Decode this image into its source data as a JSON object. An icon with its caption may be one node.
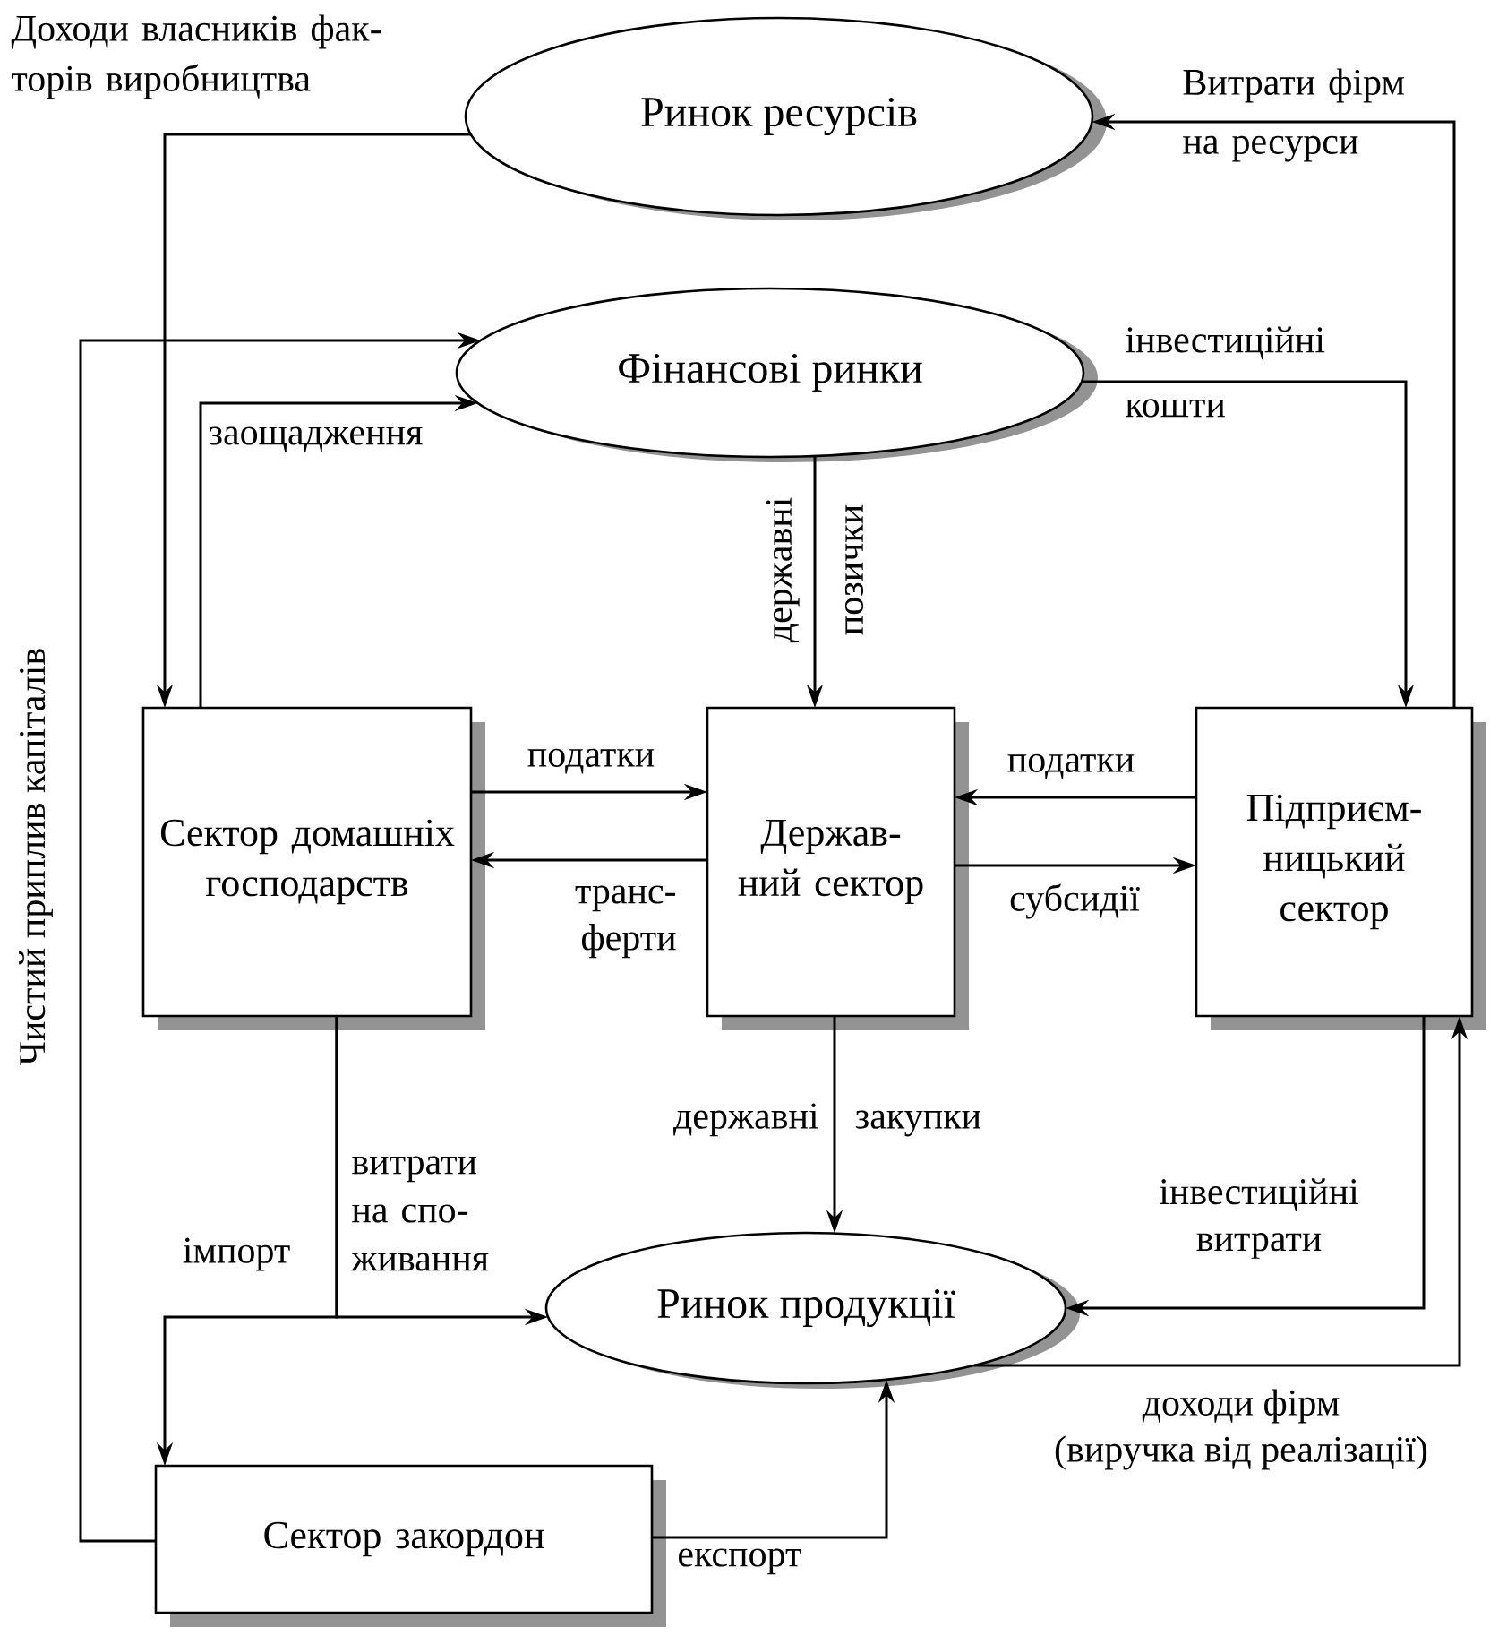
{
  "diagram": {
    "nodes": [
      {
        "text": [
          "Ринок ресурсів"
        ]
      },
      {
        "text": [
          "Фінансові ринки"
        ]
      },
      {
        "text": [
          "Сектор домашніх господарств"
        ]
      },
      {
        "text": [
          "Держав- ний сектор"
        ]
      },
      {
        "text": [
          "Підприєм- ницький сектор"
        ]
      },
      {
        "text": [
          "Ринок продукції"
        ]
      },
      {
        "text": [
          "Сектор закордон"
        ]
      }
    ],
    "edges": [
      {
        "from": 0,
        "to": 2,
        "arrow": "to",
        "label": "Доходи власників фак- торів виробництва"
      },
      {
        "from": 4,
        "to": 0,
        "arrow": "to",
        "label": "Витрати фірм на ресурси"
      },
      {
        "from": 2,
        "to": 1,
        "arrow": "to",
        "label": "заощадження"
      },
      {
        "from": 6,
        "to": 1,
        "arrow": "to",
        "label": "Чистий приплив капіталів"
      },
      {
        "from": 1,
        "to": 3,
        "arrow": "to",
        "label": "державні позички"
      },
      {
        "from": 1,
        "to": 4,
        "arrow": "to",
        "label": "інвестиційні кошти"
      },
      {
        "from": 2,
        "to": 3,
        "arrow": "to",
        "label": "податки"
      },
      {
        "from": 3,
        "to": 2,
        "arrow": "to",
        "label": "транс- ферти"
      },
      {
        "from": 4,
        "to": 3,
        "arrow": "to",
        "label": "податки"
      },
      {
        "from": 3,
        "to": 4,
        "arrow": "to",
        "label": "субсидії"
      },
      {
        "from": 3,
        "to": 5,
        "arrow": "to",
        "label": "державні закупки"
      },
      {
        "from": 2,
        "to": 5,
        "arrow": "to",
        "label": "витрати на спо- живання"
      },
      {
        "from": 2,
        "to": 6,
        "arrow": "to",
        "label": "імпорт"
      },
      {
        "from": 4,
        "to": 5,
        "arrow": "to",
        "label": "інвестиційні витрати"
      },
      {
        "from": 5,
        "to": 4,
        "arrow": "to",
        "label": "доходи фірм (виручка від реалізації)"
      },
      {
        "from": 6,
        "to": 5,
        "arrow": "to",
        "label": "експорт"
      }
    ]
  }
}
